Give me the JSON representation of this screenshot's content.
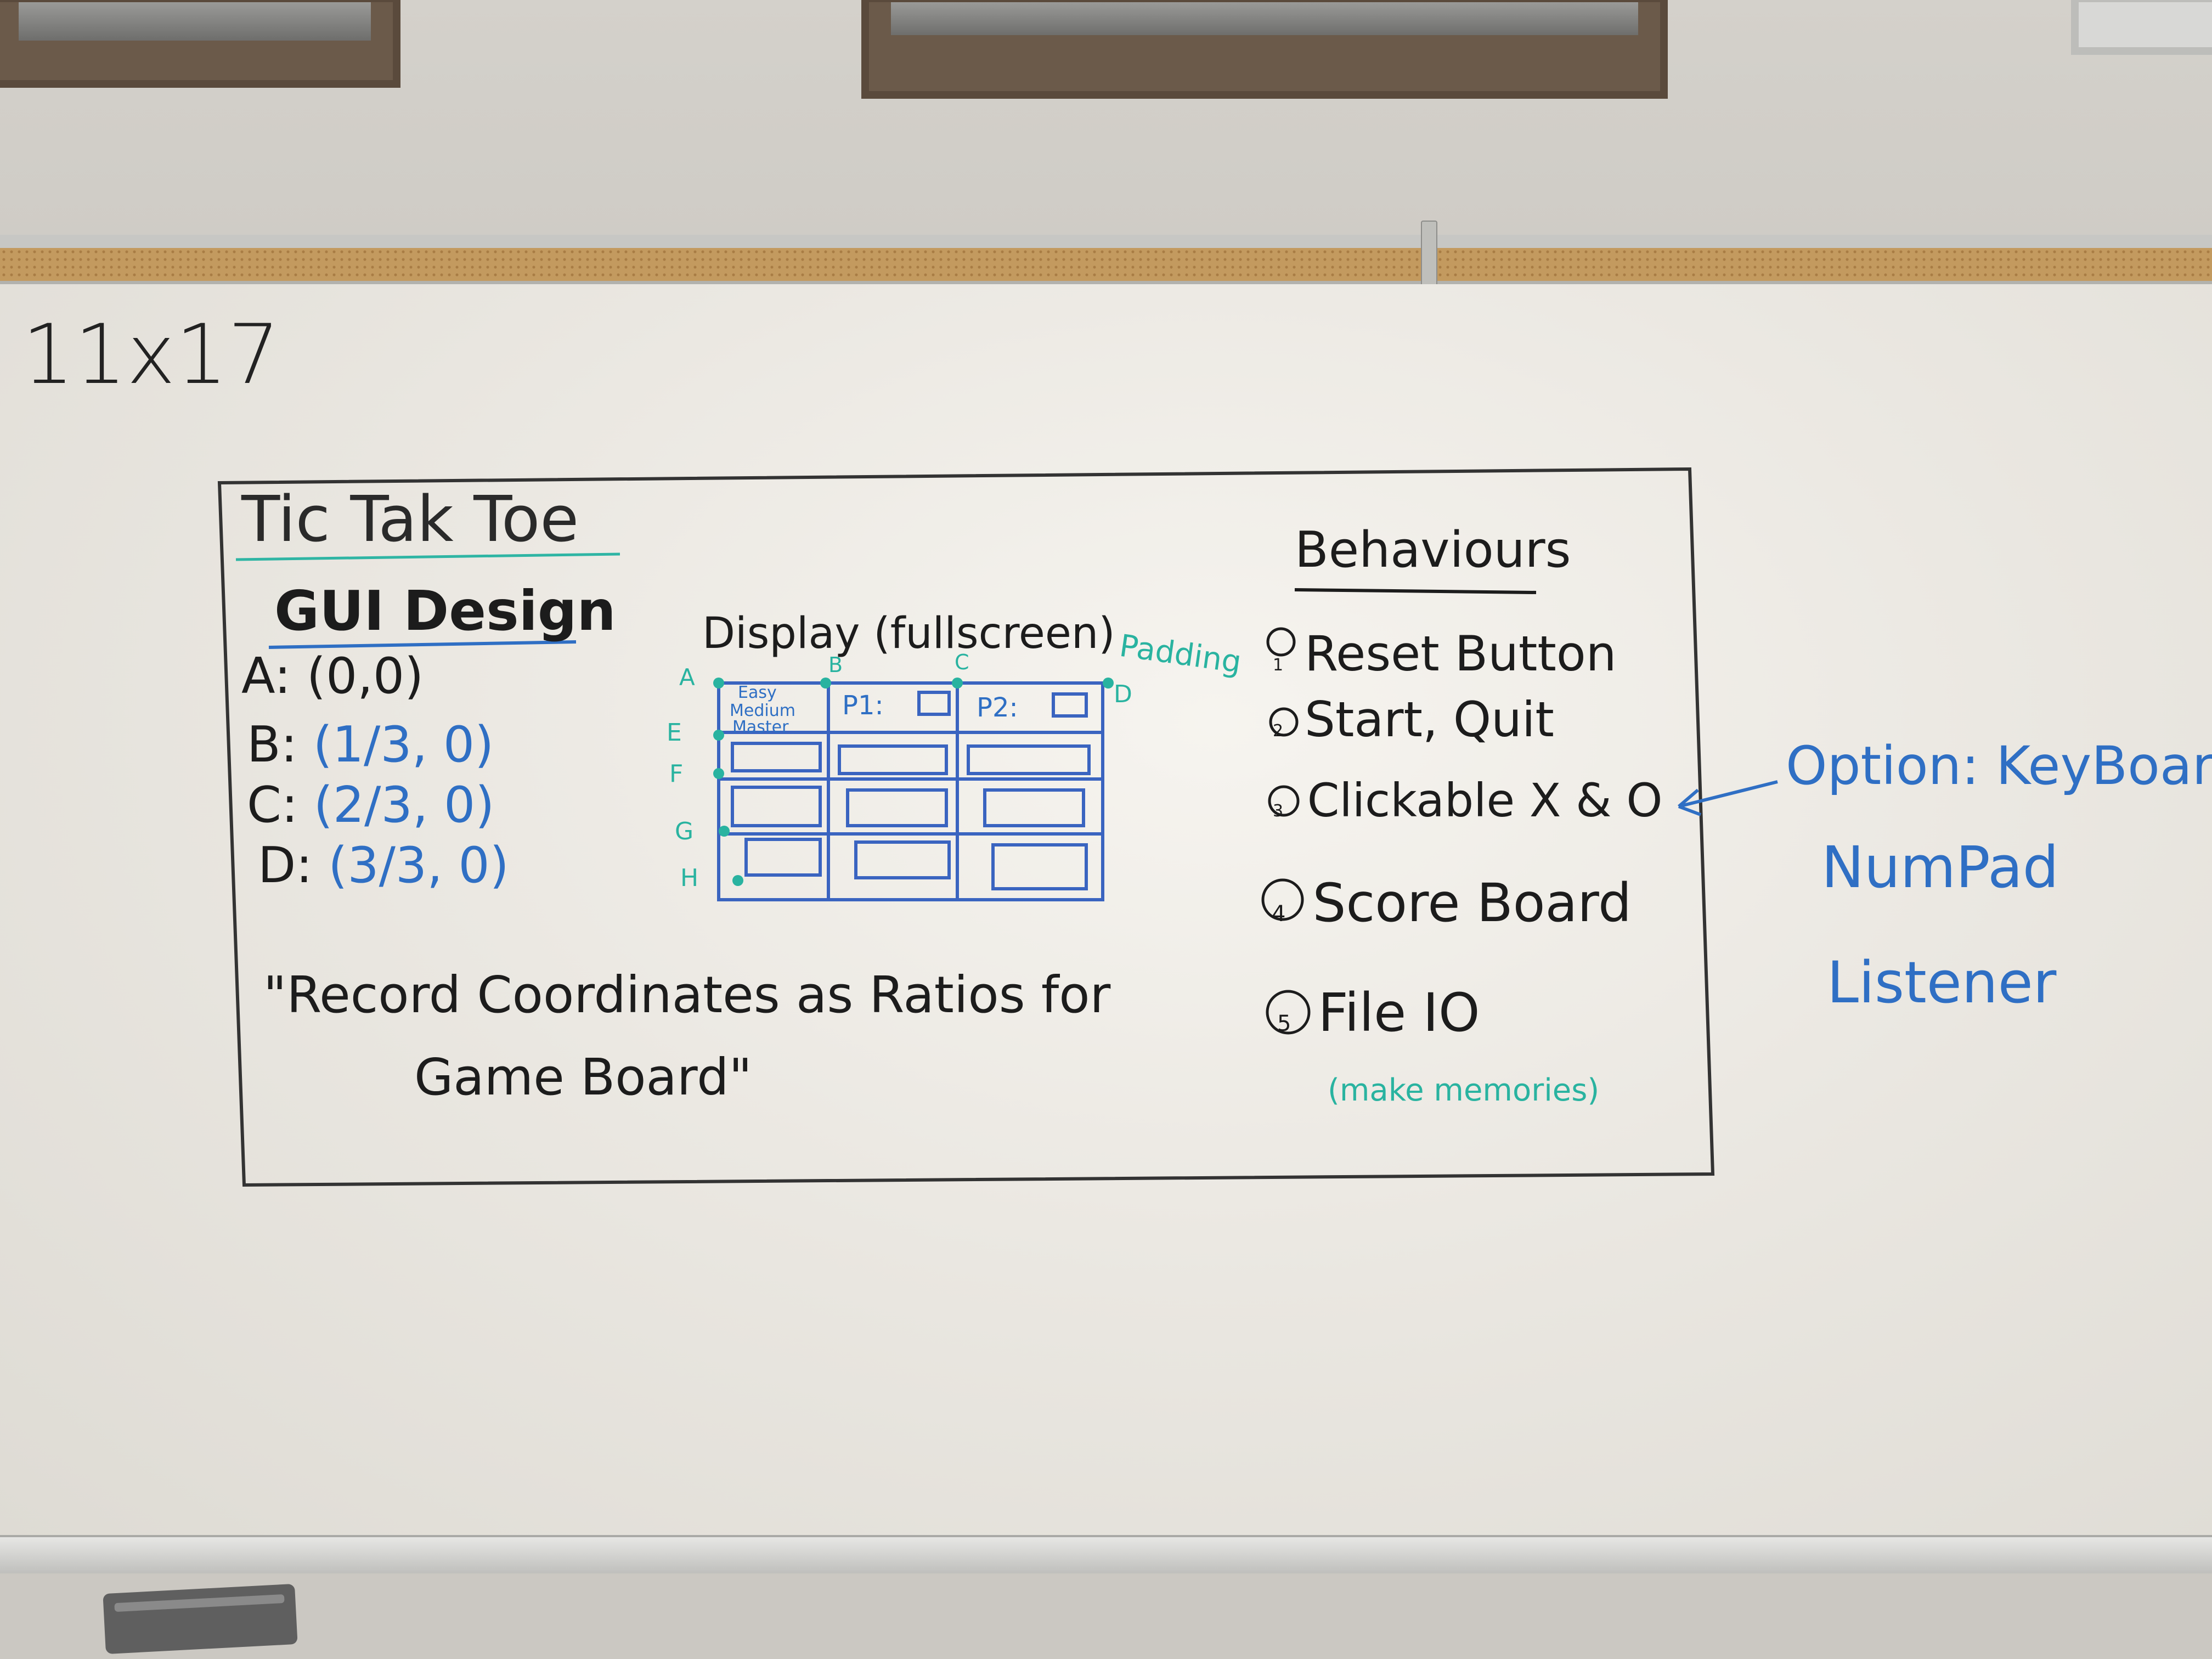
{
  "board": {
    "size_note": "11x17",
    "title": "Tic Tak Toe",
    "gui_heading": "GUI Design",
    "coords": [
      {
        "label": "A:",
        "value": "(0,0)"
      },
      {
        "label": "B:",
        "value": "(1/3, 0)"
      },
      {
        "label": "C:",
        "value": "(2/3, 0)"
      },
      {
        "label": "D:",
        "value": "(3/3, 0)"
      }
    ],
    "quote_line1": "\"Record Coordinates as Ratios for",
    "quote_line2": "Game Board\"",
    "display_heading": "Display (fullscreen)",
    "padding_note": "Padding",
    "sketch": {
      "point_labels": [
        "A",
        "B",
        "C",
        "D",
        "E",
        "F",
        "G",
        "H"
      ],
      "difficulty": [
        "Easy",
        "Medium",
        "Master"
      ],
      "p1": "P1:",
      "p2": "P2:"
    },
    "behaviours_heading": "Behaviours",
    "behaviours": [
      {
        "num": "1",
        "text": "Reset Button"
      },
      {
        "num": "2",
        "text": "Start, Quit"
      },
      {
        "num": "3",
        "text": "Clickable X & O"
      },
      {
        "num": "4",
        "text": "Score Board"
      },
      {
        "num": "5",
        "text": "File IO"
      }
    ],
    "file_io_note": "(make memories)",
    "option_label": "Option: KeyBoard",
    "option_line2": "NumPad",
    "option_line3": "Listener"
  },
  "colors": {
    "black_marker": "#1c1c1c",
    "blue_marker": "#2f6fc4",
    "teal_marker": "#29b3a0",
    "board": "#efece6",
    "cork": "#c39a5f"
  }
}
